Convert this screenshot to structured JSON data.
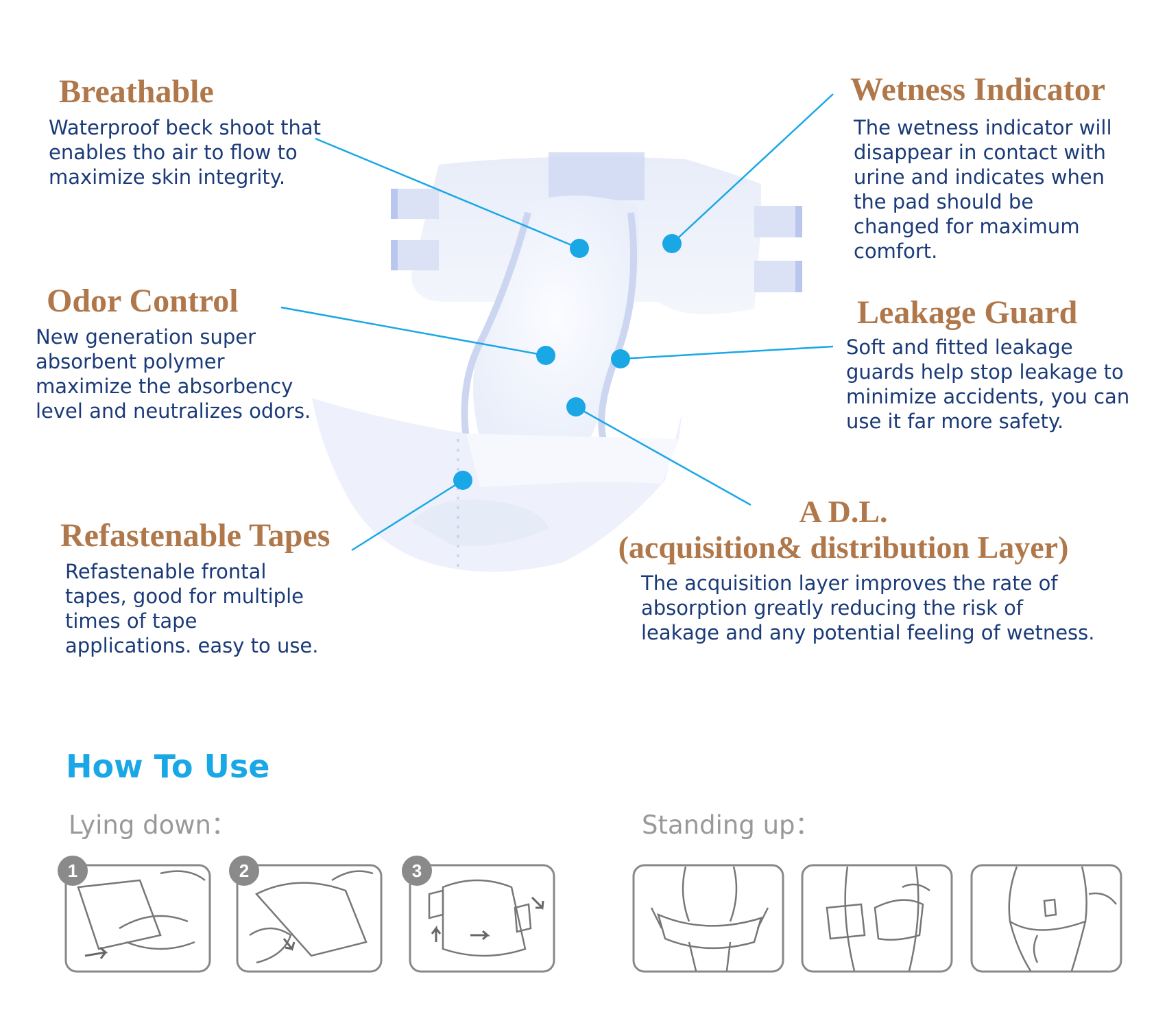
{
  "features": {
    "breathable": {
      "title": "Breathable",
      "desc": "Waterproof beck shoot that enables tho air to flow to maximize skin integrity."
    },
    "odor_control": {
      "title": "Odor Control",
      "desc": "New generation super absorbent polymer maximize the absorbency level and neutralizes odors."
    },
    "refastenable_tapes": {
      "title": "Refastenable Tapes",
      "desc": "Refastenable frontal tapes, good for multiple times of tape applications. easy to use."
    },
    "wetness_indicator": {
      "title": "Wetness Indicator",
      "desc": "The wetness indicator will disappear in contact with urine and indicates when the pad should be changed for maximum comfort."
    },
    "leakage_guard": {
      "title": "Leakage Guard",
      "desc": "Soft and fitted leakage guards help stop leakage to minimize accidents, you can use it far more safety."
    },
    "adl": {
      "title_line1": "A D.L.",
      "title_line2": "(acquisition& distribution Layer)",
      "desc": "The acquisition layer improves the rate of absorption greatly reducing the risk of leakage and any potential feeling of wetness."
    }
  },
  "how_to_use": {
    "title": "How To Use",
    "lying_down": {
      "label": "Lying down：",
      "steps": [
        "1",
        "2",
        "3"
      ]
    },
    "standing_up": {
      "label": "Standing up："
    }
  },
  "colors": {
    "feature_title": "#b0784a",
    "feature_text": "#1a3a78",
    "callout": "#1aa7e6",
    "how_title": "#1aa7e6",
    "sub_label": "#999999"
  }
}
